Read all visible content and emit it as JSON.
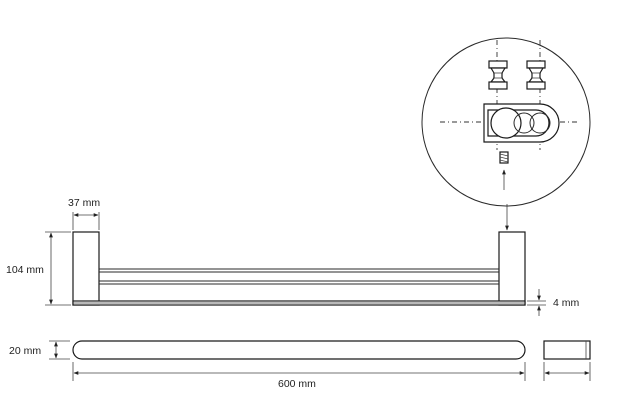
{
  "dimensions": {
    "width_label": "37 mm",
    "height_label": "104 mm",
    "thickness_label": "4 mm",
    "depth_label": "20 mm",
    "length_label": "600 mm"
  },
  "colors": {
    "line": "#2a2a2a",
    "background": "#ffffff"
  }
}
